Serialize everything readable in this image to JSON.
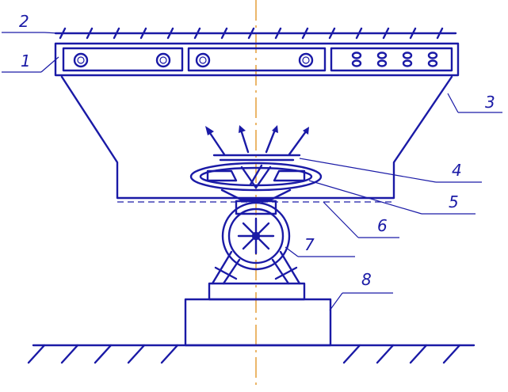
{
  "diagram": {
    "labels": {
      "l1": "1",
      "l2": "2",
      "l3": "3",
      "l4": "4",
      "l5": "5",
      "l6": "6",
      "l7": "7",
      "l8": "8"
    },
    "colors": {
      "ink": "#1a1aa6",
      "axis": "#e0901a",
      "background": "#ffffff"
    }
  }
}
